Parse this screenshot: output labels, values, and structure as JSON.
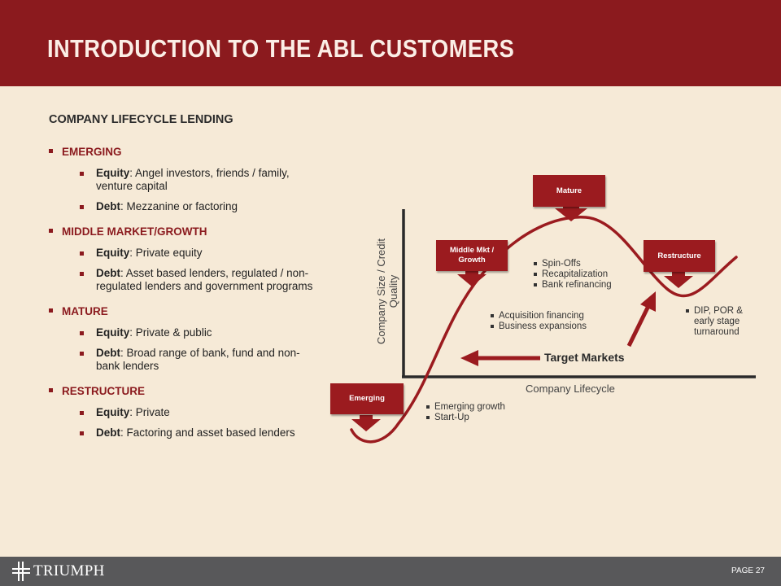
{
  "header": {
    "title": "INTRODUCTION TO THE ABL CUSTOMERS"
  },
  "section": {
    "subtitle": "COMPANY LIFECYCLE LENDING"
  },
  "stages": [
    {
      "name": "EMERGING",
      "items": [
        {
          "label": "Equity",
          "text": ": Angel investors, friends / family, venture capital"
        },
        {
          "label": "Debt",
          "text": ": Mezzanine or factoring"
        }
      ]
    },
    {
      "name": "MIDDLE MARKET/GROWTH",
      "items": [
        {
          "label": "Equity",
          "text": ": Private equity"
        },
        {
          "label": "Debt",
          "text": ": Asset based lenders, regulated / non-regulated lenders and government programs"
        }
      ]
    },
    {
      "name": "MATURE",
      "items": [
        {
          "label": "Equity",
          "text": ": Private & public"
        },
        {
          "label": "Debt",
          "text": ": Broad range of bank, fund and non-bank lenders"
        }
      ]
    },
    {
      "name": "RESTRUCTURE",
      "items": [
        {
          "label": "Equity",
          "text": ": Private"
        },
        {
          "label": "Debt",
          "text": ": Factoring and asset based lenders"
        }
      ]
    }
  ],
  "diagram": {
    "y_axis_label_line1": "Company Size / Credit",
    "y_axis_label_line2": "Quality",
    "x_axis_label": "Company Lifecycle",
    "tags": {
      "emerging": "Emerging",
      "middle_line1": "Middle Mkt /",
      "middle_line2": "Growth",
      "mature": "Mature",
      "restructure": "Restructure"
    },
    "notes": {
      "emerging": [
        "Emerging growth",
        "Start-Up"
      ],
      "middle": [
        "Acquisition financing",
        "Business expansions"
      ],
      "mature": [
        "Spin-Offs",
        "Recapitalization",
        "Bank refinancing"
      ],
      "restructure": [
        "DIP, POR &",
        "early stage",
        "turnaround"
      ]
    },
    "target_label": "Target Markets"
  },
  "footer": {
    "logo_text": "TRIUMPH",
    "page_label": "PAGE 27"
  },
  "colors": {
    "brand_red": "#8b1a1e",
    "background": "#f6ead7",
    "footer": "#58585a"
  }
}
